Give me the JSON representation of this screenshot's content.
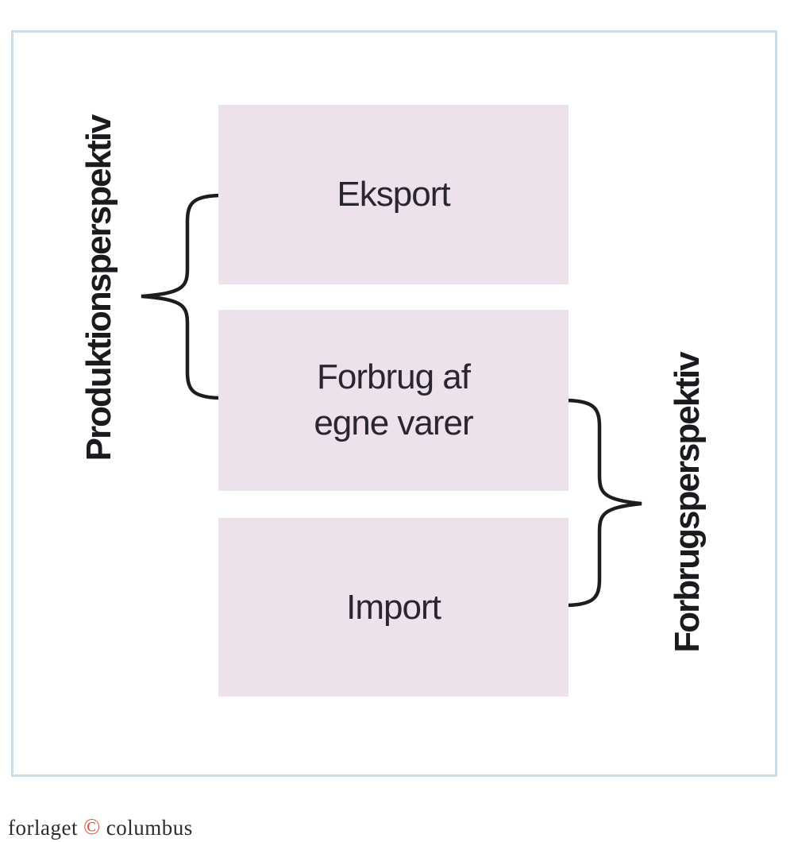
{
  "diagram": {
    "left_label": "Produktionsperspektiv",
    "right_label": "Forbrugsperspektiv",
    "boxes": [
      {
        "lines": [
          "Eksport"
        ]
      },
      {
        "lines": [
          "Forbrug af",
          "egne varer"
        ]
      },
      {
        "lines": [
          "Import"
        ]
      }
    ]
  },
  "footer": {
    "publisher": "forlaget",
    "copyright_symbol": "©",
    "name": "columbus"
  },
  "colors": {
    "frame-border": "#ccdce6",
    "box-fill": "#ede2ec",
    "box-text": "#2a2630",
    "label-text": "#1c1a1e",
    "brace": "#1d1d1b",
    "footer-text": "#2d2d2d",
    "copyright": "#e04a31",
    "page-bg": "#ffffff"
  }
}
